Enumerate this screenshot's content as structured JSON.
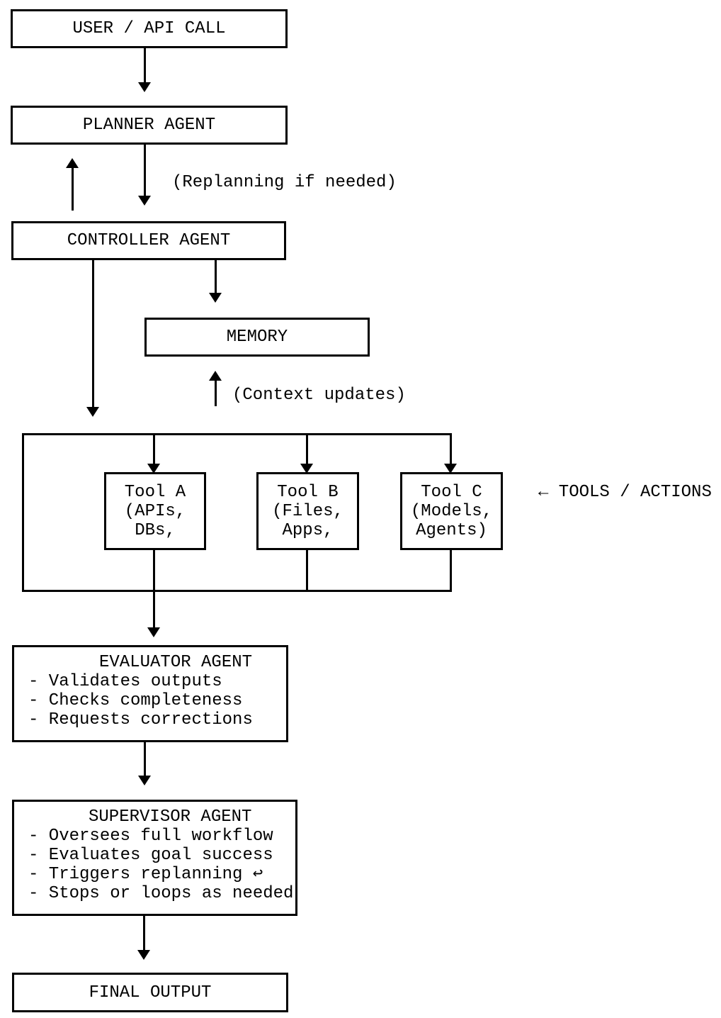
{
  "diagram": {
    "nodes": {
      "user": {
        "label": "USER / API CALL"
      },
      "planner": {
        "label": "PLANNER AGENT"
      },
      "controller": {
        "label": "CONTROLLER AGENT"
      },
      "memory": {
        "label": "MEMORY"
      },
      "tool_a": {
        "lines": [
          "Tool A",
          "(APIs,",
          "DBs,"
        ]
      },
      "tool_b": {
        "lines": [
          "Tool B",
          "(Files,",
          "Apps,"
        ]
      },
      "tool_c": {
        "lines": [
          "Tool C",
          "(Models,",
          "Agents)"
        ]
      },
      "evaluator": {
        "title": "EVALUATOR AGENT",
        "bullets": [
          "- Validates outputs",
          "- Checks completeness",
          "- Requests corrections"
        ]
      },
      "supervisor": {
        "title": "SUPERVISOR AGENT",
        "bullets": [
          "- Oversees full workflow",
          "- Evaluates goal success",
          "- Triggers replanning ↩",
          "- Stops or loops as needed"
        ]
      },
      "final": {
        "label": "FINAL OUTPUT"
      }
    },
    "annotations": {
      "replanning": "(Replanning if needed)",
      "context_updates": "(Context updates)",
      "tools_actions": "← TOOLS / ACTIONS"
    },
    "colors": {
      "ink": "#000000",
      "background": "#ffffff"
    }
  }
}
